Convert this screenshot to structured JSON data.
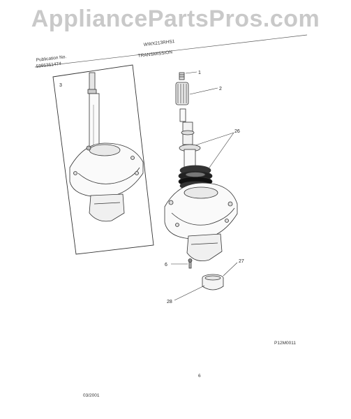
{
  "watermark": "AppliancePartsPros.com",
  "header": {
    "model": "WWX213RHS1",
    "section": "TRANSMISSION",
    "publication_label": "Publication No.",
    "publication_number": "5995351474"
  },
  "inset_callout": "3",
  "callouts": {
    "c1": "1",
    "c2": "2",
    "c26": "26",
    "c6": "6",
    "c27": "27",
    "c28": "28"
  },
  "footer": {
    "figure_code": "P12M0011",
    "page": "6",
    "date": "03/2001"
  }
}
